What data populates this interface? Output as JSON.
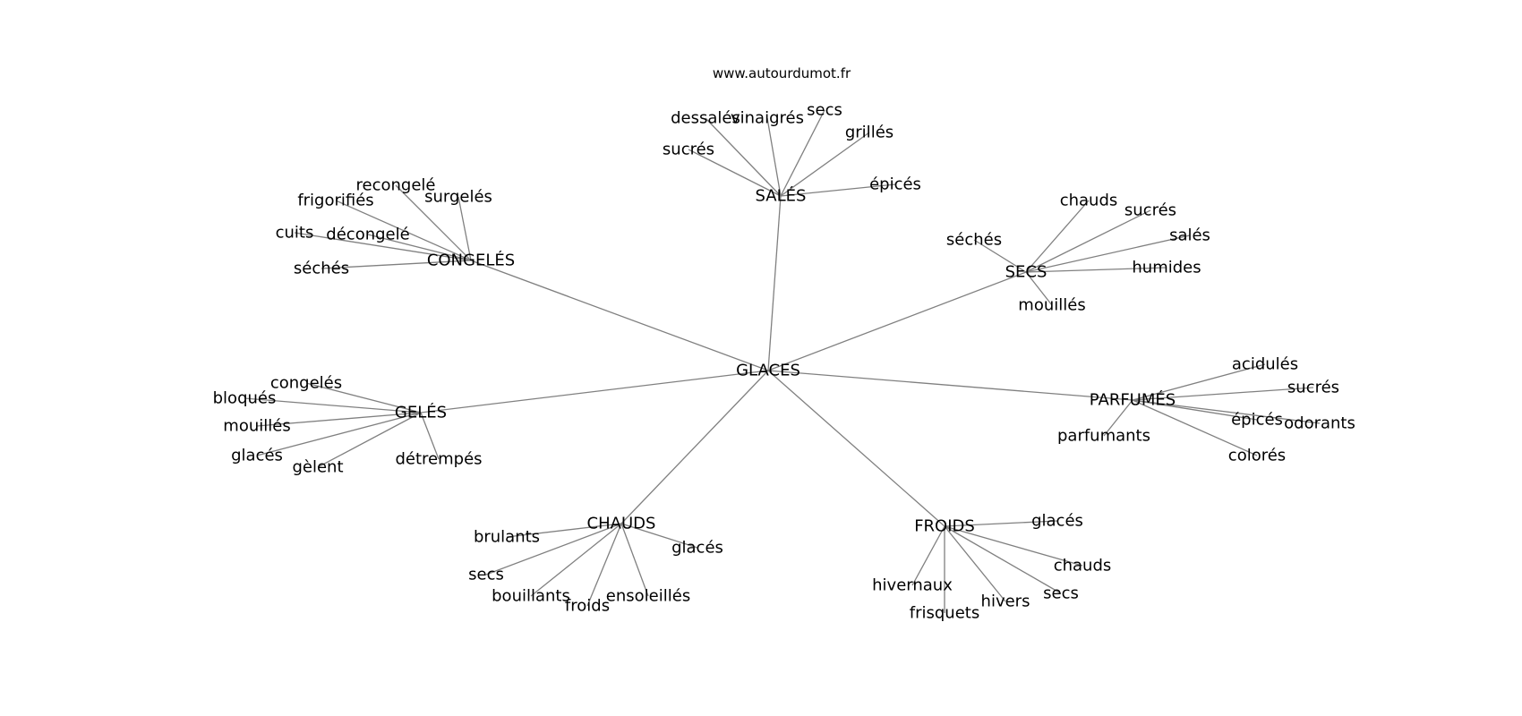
{
  "source": "www.autourdumot.fr",
  "graph": {
    "center": "GLACES",
    "groups": [
      {
        "hub": "SALÉS",
        "leaves": [
          "dessalés",
          "vinaigrés",
          "secs",
          "grillés",
          "sucrés",
          "épicés"
        ]
      },
      {
        "hub": "CONGELÉS",
        "leaves": [
          "recongelé",
          "frigorifiés",
          "surgelés",
          "cuits",
          "décongelé",
          "séchés"
        ]
      },
      {
        "hub": "SECS",
        "leaves": [
          "chauds",
          "sucrés",
          "salés",
          "séchés",
          "humides",
          "mouillés"
        ]
      },
      {
        "hub": "GELÉS",
        "leaves": [
          "congelés",
          "bloqués",
          "mouillés",
          "glacés",
          "gèlent",
          "détrempés"
        ]
      },
      {
        "hub": "PARFUMÉS",
        "leaves": [
          "acidulés",
          "sucrés",
          "épicés",
          "odorants",
          "parfumants",
          "colorés"
        ]
      },
      {
        "hub": "CHAUDS",
        "leaves": [
          "brulants",
          "glacés",
          "secs",
          "bouillants",
          "froids",
          "ensoleillés"
        ]
      },
      {
        "hub": "FROIDS",
        "leaves": [
          "glacés",
          "chauds",
          "hivernaux",
          "hivers",
          "secs",
          "frisquets"
        ]
      }
    ]
  }
}
